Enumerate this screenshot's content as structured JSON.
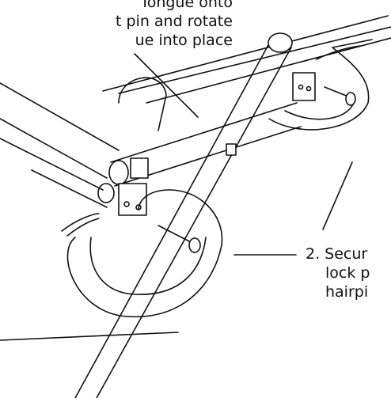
{
  "labels": {
    "step1": {
      "lines": [
        "Tongue onto",
        "t pin and rotate",
        "ue into place"
      ]
    },
    "step2": {
      "lines": [
        "2. Secur",
        "lock p",
        "hairpi"
      ]
    }
  },
  "colors": {
    "ink": "#111111",
    "background": "#ffffff"
  }
}
